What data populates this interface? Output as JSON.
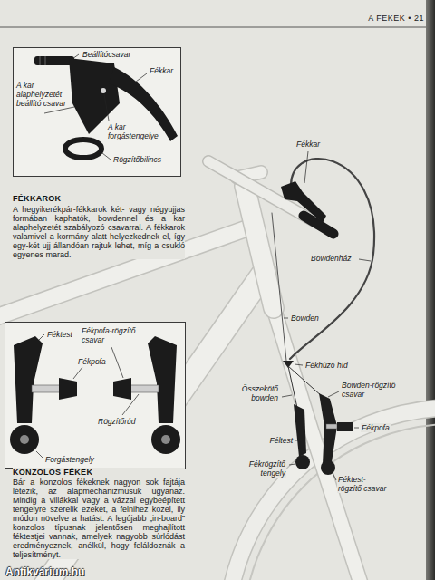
{
  "diagram": {
    "nodes": [
      {
        "text": [
          "Beállítócsavar",
          "A kar alaphelyzetét beállító csavar",
          "Fékkar",
          "A kar forgástengelye",
          "Rögzítőbilincs"
        ]
      },
      {
        "text": [
          "Féktest",
          "Fékpofa-rögzítő csavar",
          "Fékpofa",
          "Rögzítőrúd",
          "Forgástengely"
        ]
      }
    ],
    "labels": [
      "A FÉKEK • 21",
      "FÉKKAROK",
      "A hegyikerékpár-fékkarok két- vagy négyujjas formában kaphatók, bowdennel és a kar alaphelyzetét szabályozó csavarral. A fékkarok valamivel a kormány alatt helyezkednek el, így egy-két ujj állandóan rajtuk lehet, míg a csukló egyenes marad.",
      "KONZOLOS FÉKEK",
      "Bár a konzolos fékeknek nagyon sok fajtája létezik, az alapmechanizmusuk ugyanaz. Mindig a villákkal vagy a vázzal egybeépített tengelyre szerelik ezeket, a felnihez közel, ily módon növelve a hatást. A legújabb „in-board” konzolos típusnak jelentősen meghajlított féktestjei vannak, amelyek nagyobb súrlódást eredményeznek, anélkül, hogy feláldoznák a teljesítményt.",
      "Fékkar",
      "Bowdenház",
      "Bowden",
      "Fékhúzó híd",
      "Bowden-rögzítő csavar",
      "Összekötő bowden",
      "Fékpofa",
      "Féltest",
      "Fékrögzítő tengely",
      "Féktest-rögzítő csavar",
      "Antikvárium.hu"
    ]
  }
}
